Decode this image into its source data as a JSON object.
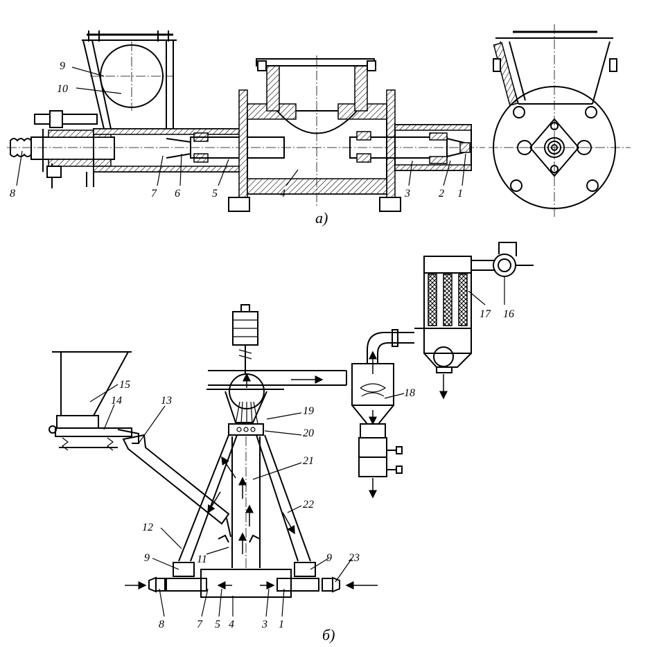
{
  "figure_a": {
    "caption": "а)",
    "labels": [
      "1",
      "2",
      "3",
      "4",
      "5",
      "6",
      "7",
      "8",
      "9",
      "10"
    ]
  },
  "figure_b": {
    "caption": "б)",
    "labels": [
      "1",
      "3",
      "4",
      "5",
      "7",
      "8",
      "9",
      "9",
      "11",
      "12",
      "13",
      "14",
      "15",
      "16",
      "17",
      "18",
      "19",
      "20",
      "21",
      "22",
      "23"
    ]
  }
}
